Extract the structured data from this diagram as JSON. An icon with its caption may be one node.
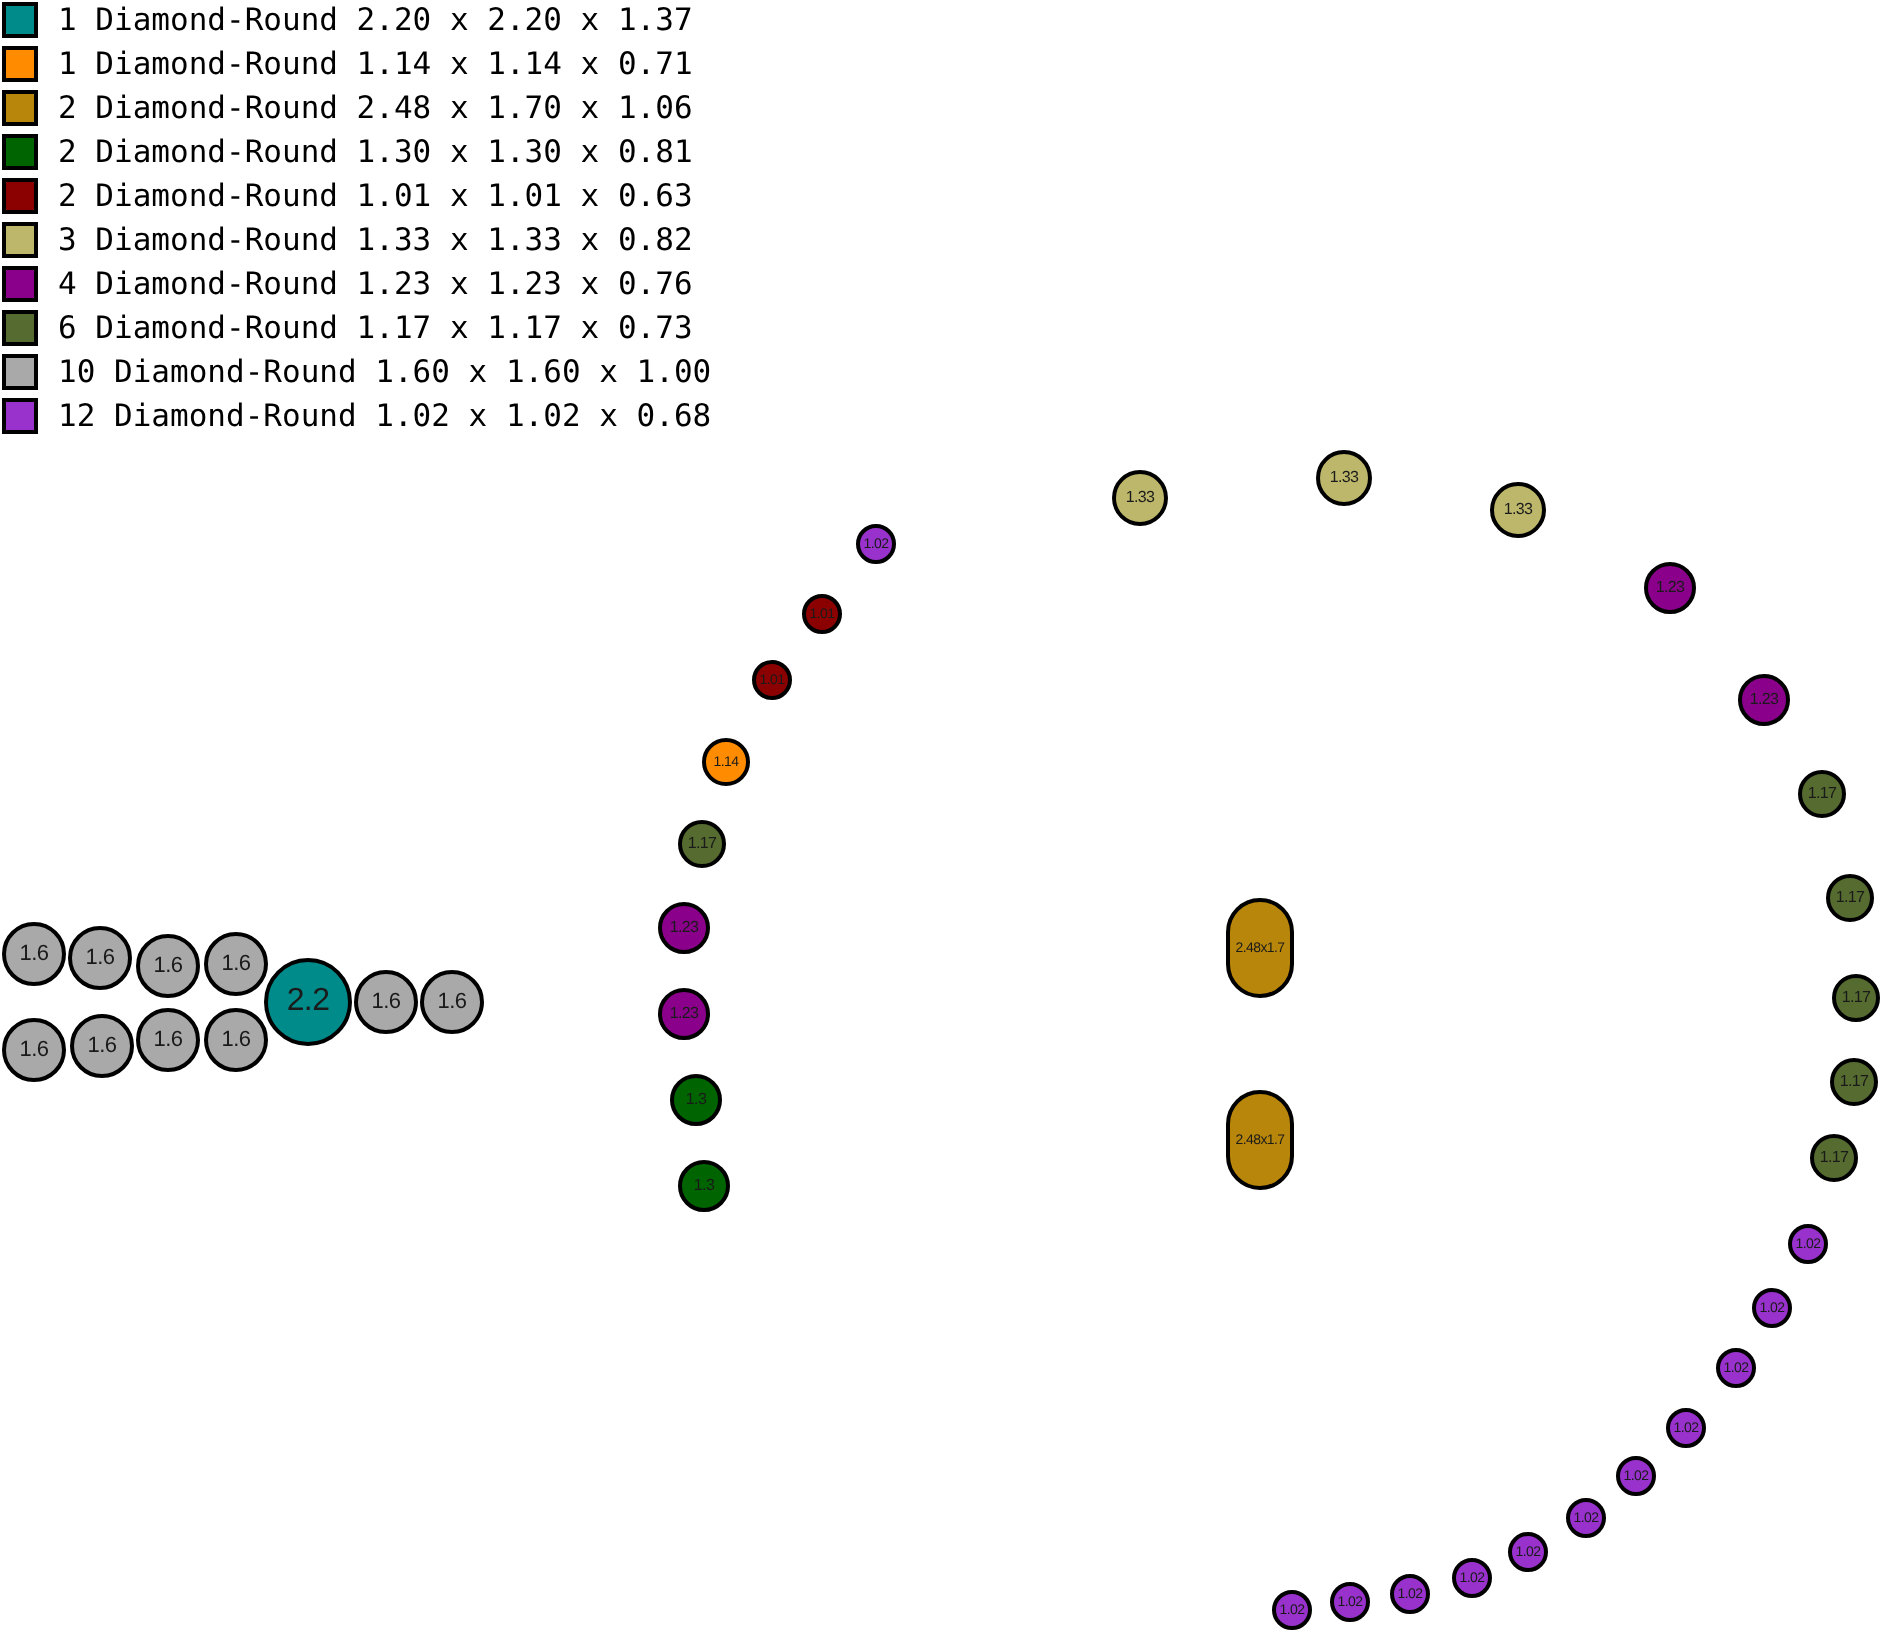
{
  "diagram": {
    "nodes": [
      {
        "text": [
          "1.6"
        ]
      },
      {
        "text": [
          "1.6"
        ]
      },
      {
        "text": [
          "1.6"
        ]
      },
      {
        "text": [
          "1.6"
        ]
      },
      {
        "text": [
          "1.6"
        ]
      },
      {
        "text": [
          "1.6"
        ]
      },
      {
        "text": [
          "1.6"
        ]
      },
      {
        "text": [
          "1.6"
        ]
      },
      {
        "text": [
          "2.2"
        ]
      },
      {
        "text": [
          "1.6"
        ]
      },
      {
        "text": [
          "1.6"
        ]
      },
      {
        "text": [
          "1.02"
        ]
      },
      {
        "text": [
          "1.01"
        ]
      },
      {
        "text": [
          "1.01"
        ]
      },
      {
        "text": [
          "1.14"
        ]
      },
      {
        "text": [
          "1.17"
        ]
      },
      {
        "text": [
          "1.23"
        ]
      },
      {
        "text": [
          "1.23"
        ]
      },
      {
        "text": [
          "1.3"
        ]
      },
      {
        "text": [
          "1.3"
        ]
      },
      {
        "text": [
          "1.33"
        ]
      },
      {
        "text": [
          "1.33"
        ]
      },
      {
        "text": [
          "1.33"
        ]
      },
      {
        "text": [
          "1.23"
        ]
      },
      {
        "text": [
          "1.23"
        ]
      },
      {
        "text": [
          "1.17"
        ]
      },
      {
        "text": [
          "1.17"
        ]
      },
      {
        "text": [
          "1.17"
        ]
      },
      {
        "text": [
          "1.17"
        ]
      },
      {
        "text": [
          "1.17"
        ]
      },
      {
        "text": [
          "1.02"
        ]
      },
      {
        "text": [
          "1.02"
        ]
      },
      {
        "text": [
          "1.02"
        ]
      },
      {
        "text": [
          "1.02"
        ]
      },
      {
        "text": [
          "1.02"
        ]
      },
      {
        "text": [
          "1.02"
        ]
      },
      {
        "text": [
          "1.02"
        ]
      },
      {
        "text": [
          "1.02"
        ]
      },
      {
        "text": [
          "1.02"
        ]
      },
      {
        "text": [
          "1.02"
        ]
      },
      {
        "text": [
          "1.02"
        ]
      },
      {
        "text": [
          "2.48x1.7"
        ]
      },
      {
        "text": [
          "2.48x1.7"
        ]
      }
    ],
    "legend": [
      {
        "text": "1 Diamond-Round 2.20 x 2.20 x 1.37",
        "color": "#008b8b"
      },
      {
        "text": "1 Diamond-Round 1.14 x 1.14 x 0.71",
        "color": "#ff8c00"
      },
      {
        "text": "2 Diamond-Round 2.48 x 1.70 x 1.06",
        "color": "#b8860b"
      },
      {
        "text": "2 Diamond-Round 1.30 x 1.30 x 0.81",
        "color": "#006400"
      },
      {
        "text": "2 Diamond-Round 1.01 x 1.01 x 0.63",
        "color": "#8b0000"
      },
      {
        "text": "3 Diamond-Round 1.33 x 1.33 x 0.82",
        "color": "#bdb76b"
      },
      {
        "text": "4 Diamond-Round 1.23 x 1.23 x 0.76",
        "color": "#8b008b"
      },
      {
        "text": "6 Diamond-Round 1.17 x 1.17 x 0.73",
        "color": "#556b2f"
      },
      {
        "text": "10 Diamond-Round 1.60 x 1.60 x 1.00",
        "color": "#a9a9a9"
      },
      {
        "text": "12 Diamond-Round 1.02 x 1.02 x 0.68",
        "color": "#9932cc"
      }
    ]
  }
}
